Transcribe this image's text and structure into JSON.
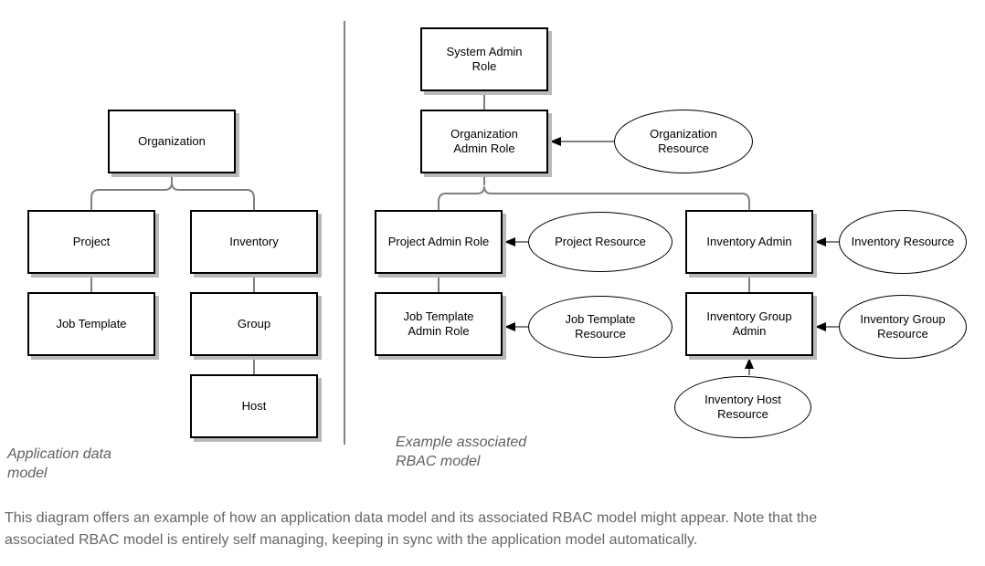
{
  "left_diagram": {
    "caption": "Application data\nmodel",
    "nodes": {
      "organization": "Organization",
      "project": "Project",
      "inventory": "Inventory",
      "job_template": "Job Template",
      "group": "Group",
      "host": "Host"
    }
  },
  "right_diagram": {
    "caption": "Example associated\nRBAC model",
    "roles": {
      "system_admin": "System Admin\nRole",
      "organization_admin": "Organization\nAdmin Role",
      "project_admin": "Project Admin Role",
      "job_template_admin": "Job Template\nAdmin Role",
      "inventory_admin": "Inventory Admin",
      "inventory_group_admin": "Inventory Group\nAdmin"
    },
    "resources": {
      "organization": "Organization\nResource",
      "project": "Project Resource",
      "job_template": "Job Template\nResource",
      "inventory": "Inventory Resource",
      "inventory_group": "Inventory Group\nResource",
      "inventory_host": "Inventory Host\nResource"
    }
  },
  "footer": {
    "text": "This diagram offers an example of how an application data model and its associated RBAC model might appear. Note that the\nassociated RBAC model is entirely self managing, keeping in sync with the application model automatically."
  },
  "colors": {
    "shape_border": "#000000",
    "shape_fill": "#ffffff",
    "shape_shadow": "#b9b9b9",
    "connector": "#808080",
    "arrowhead": "#000000",
    "caption_text": "#5f5f5f",
    "footer_text": "#666666"
  }
}
